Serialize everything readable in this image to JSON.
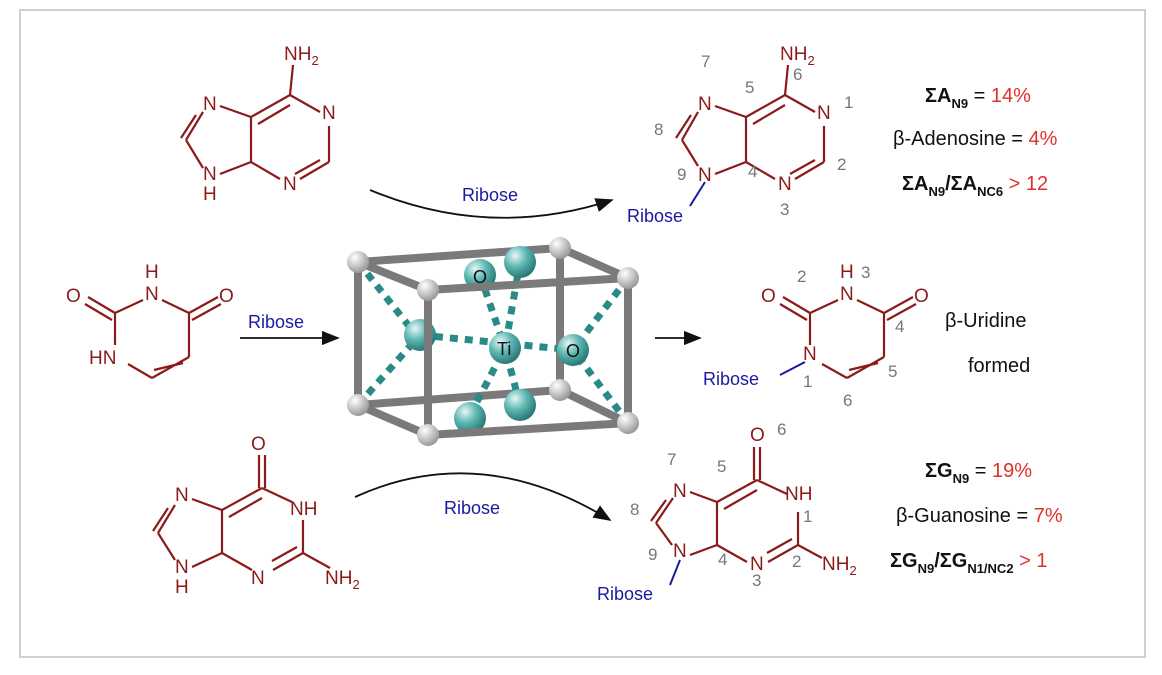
{
  "reagent_label": "Ribose",
  "adenine": {
    "nh2": "NH",
    "nh2_sub": "2",
    "n": "N",
    "h": "H"
  },
  "uracil": {
    "o": "O",
    "hn": "HN",
    "n": "N",
    "h": "H"
  },
  "guanine": {
    "o": "O",
    "nh": "NH",
    "n": "N",
    "h": "H",
    "nh2": "NH",
    "nh2_sub": "2"
  },
  "catalyst": {
    "ti": "Ti",
    "o": "O"
  },
  "adenosine_numbers": [
    "1",
    "2",
    "3",
    "4",
    "5",
    "6",
    "7",
    "8",
    "9"
  ],
  "uridine_numbers": [
    "1",
    "2",
    "3",
    "4",
    "5",
    "6"
  ],
  "guanosine_numbers": [
    "1",
    "2",
    "3",
    "4",
    "5",
    "6",
    "7",
    "8",
    "9"
  ],
  "results": {
    "adenosine": {
      "l1_sigma": "ΣA",
      "l1_sub": "N9",
      "l1_eq": " = ",
      "l1_val": "14%",
      "l2_text": "β-Adenosine = ",
      "l2_val": "4%",
      "l3_a": "ΣA",
      "l3_a_sub": "N9",
      "l3_slash": "/ΣA",
      "l3_b_sub": "NC6",
      "l3_val": " > 12"
    },
    "uridine": {
      "l1": "β-Uridine",
      "l2": "formed"
    },
    "guanosine": {
      "l1_sigma": "ΣG",
      "l1_sub": "N9",
      "l1_eq": " = ",
      "l1_val": "19%",
      "l2_text": "β-Guanosine = ",
      "l2_val": "7%",
      "l3_a": "ΣG",
      "l3_a_sub": "N9",
      "l3_slash": "/ΣG",
      "l3_b_sub": "N1/NC2",
      "l3_val": " > 1"
    }
  },
  "colors": {
    "molecule": "#8b1a1a",
    "ribose": "#1a1aa0",
    "highlight": "#e0302a",
    "teal": "#2a8a87"
  }
}
